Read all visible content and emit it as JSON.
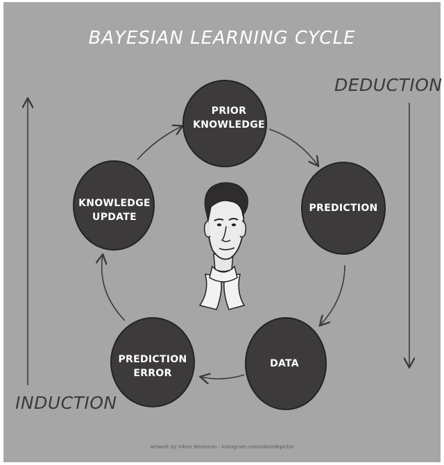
{
  "title": "BAYESIAN LEARNING CYCLE",
  "deduction_label": "DEDUCTION",
  "induction_label": "INDUCTION",
  "nodes": {
    "prior_knowledge": "PRIOR\nKNOWLEDGE",
    "prediction": "PREDICTION",
    "data": "DATA",
    "prediction_error": "PREDICTION\nERROR",
    "knowledge_update": "KNOWLEDGE\nUPDATE"
  },
  "credit": "Artwork by Viktor Beekman - instagram.com/viktordepictor",
  "colors": {
    "background": "#a6a6a6",
    "node_fill": "#3d3a3c",
    "arrow": "#3a3a3a",
    "title": "#ffffff"
  }
}
